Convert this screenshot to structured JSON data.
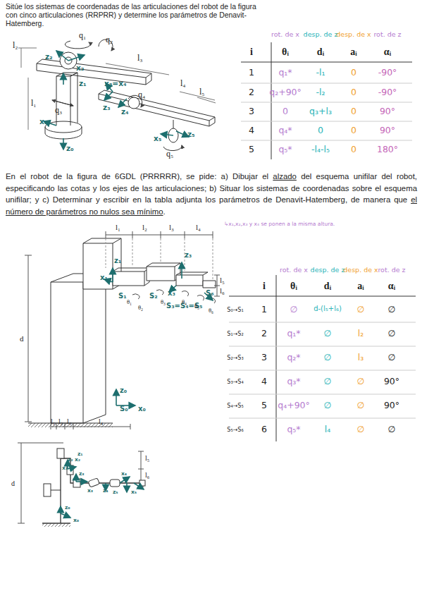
{
  "diagram": {
    "labels": [
      "Sitúe los sistemas de coordenadas de las articulaciones del robot de la figura con cinco articulaciones (RRPRR) y determine los parámetros de Denavit-Hatemberg.",
      "l₂",
      "q₁",
      "q₂",
      "l₃",
      "l₄",
      "l₅",
      "q₃",
      "q₄",
      "l₁",
      "q₅",
      "z₂",
      "x₂",
      "z₁",
      "x₃=x₄",
      "z₃",
      "z₄",
      "x₀",
      "z₀",
      "z₅",
      "x₅",
      "rot. de x",
      "desp. de z",
      "desp. de x",
      "rot. de z",
      "i",
      "θᵢ",
      "dᵢ",
      "aᵢ",
      "αᵢ",
      "1",
      "q₁*",
      "-l₁",
      "0",
      "-90°",
      "2",
      "q₂+90°",
      "-l₂",
      "0",
      "-90°",
      "3",
      "0",
      "q₃+l₃",
      "0",
      "90°",
      "4",
      "q₄*",
      "0",
      "0",
      "90°",
      "5",
      "q₅*",
      "-l₄-l₅",
      "0",
      "180°",
      "En el robot de la figura de 6GDL (PRRRRR), se pide: a) Dibujar el ",
      "alzado",
      " del esquema unifilar del robot, especificando las cotas y los ejes de las articulaciones; b) Situar los sistemas de coordenadas sobre el esquema unifilar; y c) Determinar y escribir en la tabla adjunta los parámetros de Denavit-Hatemberg, de manera que ",
      "el número de parámetros no nulos sea mínimo",
      ".",
      "↳x₁,x₂,x₃ y x₄ se ponen a la misma altura.",
      "l₁",
      "l₂",
      "l₃",
      "l₄",
      "l₅",
      "l₆",
      "d",
      "z₁",
      "x₁",
      "S₁",
      "S₂",
      "z₃",
      "x₃",
      "S₃=S₄=S₅",
      "S₆",
      "z₀",
      "S₀",
      "x₀",
      "θ₁",
      "θ₂",
      "θ₃",
      "θ₄",
      "θ₅",
      "θ₆",
      "rot. de x",
      "desp. de z",
      "desp. de x",
      "rot. de z",
      "i",
      "θᵢ",
      "dᵢ",
      "aᵢ",
      "αᵢ",
      "S₀→S₁",
      "1",
      "∅",
      "d-(l₅+l₆)",
      "∅",
      "∅",
      "S₁→S₂",
      "2",
      "q₁*",
      "∅",
      "l₂",
      "∅",
      "S₂→S₃",
      "3",
      "q₂*",
      "∅",
      "l₃",
      "∅",
      "S₃→S₄",
      "4",
      "q₃*",
      "∅",
      "∅",
      "90°",
      "S₄→S₅",
      "5",
      "q₄+90°",
      "∅",
      "∅",
      "90°",
      "S₅→S₆",
      "6",
      "q₅*",
      "l₄",
      "∅",
      "∅",
      "l₁",
      "l₂",
      "l₃",
      "l₄",
      "l₅",
      "l₆",
      "d",
      "z₁",
      "x₁",
      "z₂",
      "x₂",
      "z₃",
      "x₃",
      "z₄",
      "x₄",
      "z₅",
      "x₅",
      "z₀",
      "x₀"
    ]
  }
}
